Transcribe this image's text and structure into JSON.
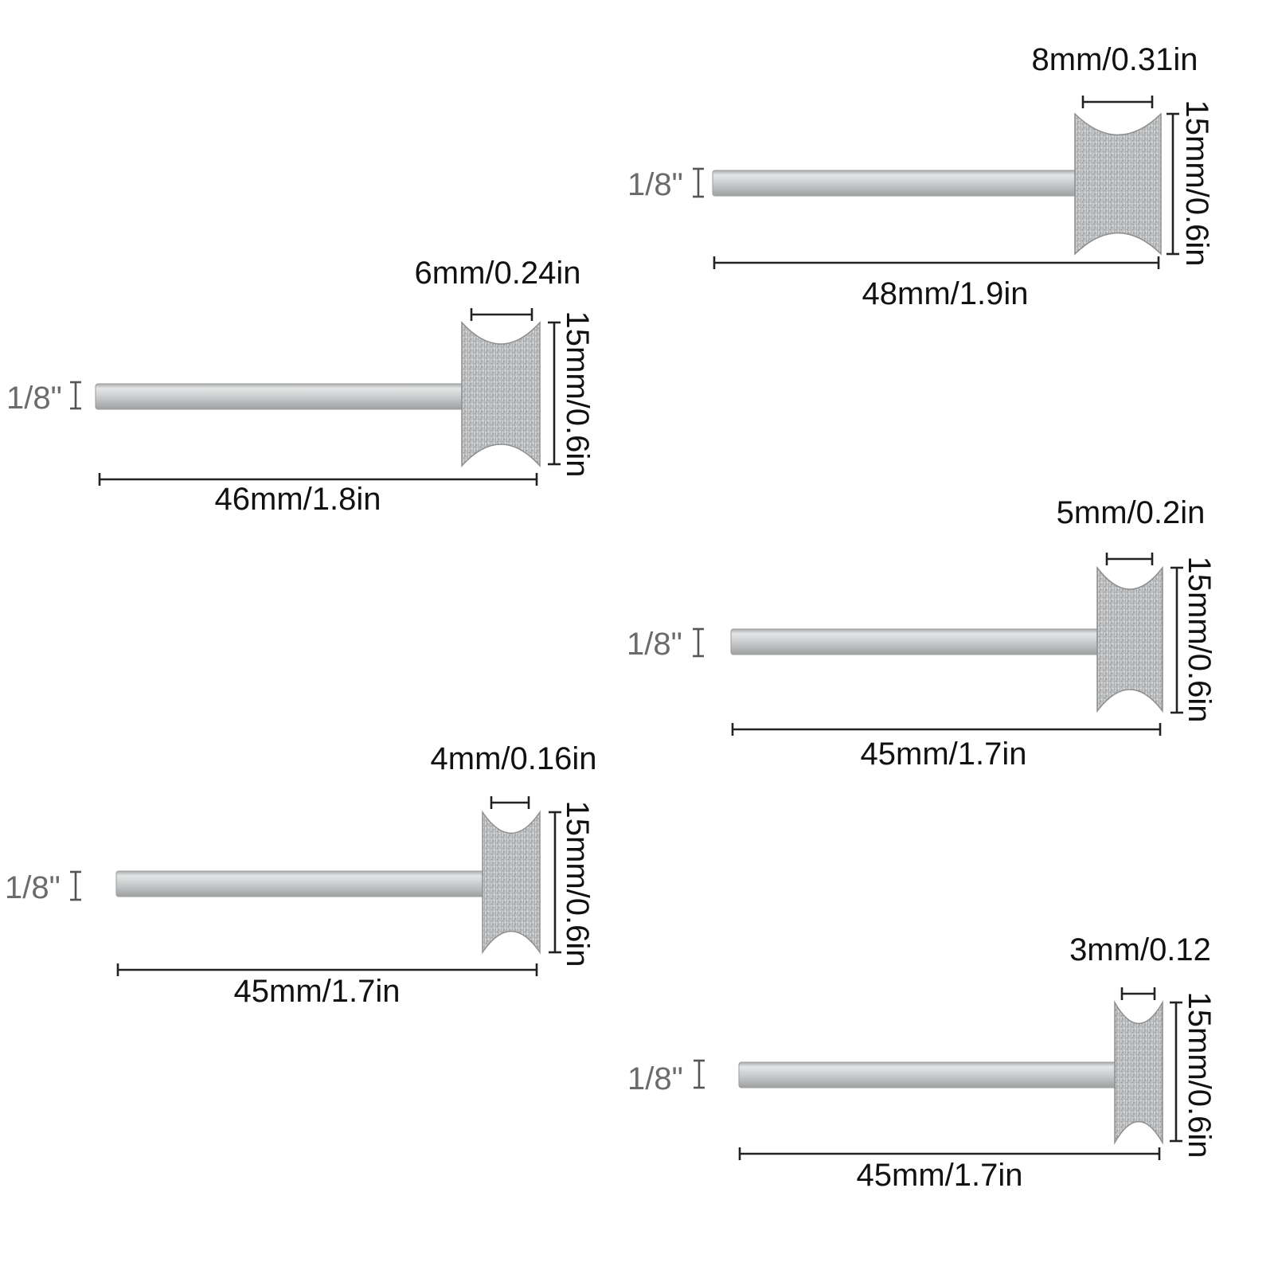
{
  "bits": [
    {
      "id": "bit-8mm",
      "head_width": "8mm/0.31in",
      "head_height": "15mm/0.6in",
      "total_length": "48mm/1.9in",
      "shank": "1/8\""
    },
    {
      "id": "bit-6mm",
      "head_width": "6mm/0.24in",
      "head_height": "15mm/0.6in",
      "total_length": "46mm/1.8in",
      "shank": "1/8\""
    },
    {
      "id": "bit-5mm",
      "head_width": "5mm/0.2in",
      "head_height": "15mm/0.6in",
      "total_length": "45mm/1.7in",
      "shank": "1/8\""
    },
    {
      "id": "bit-4mm",
      "head_width": "4mm/0.16in",
      "head_height": "15mm/0.6in",
      "total_length": "45mm/1.7in",
      "shank": "1/8\""
    },
    {
      "id": "bit-3mm",
      "head_width": "3mm/0.12",
      "head_height": "15mm/0.6in",
      "total_length": "45mm/1.7in",
      "shank": "1/8\""
    }
  ],
  "colors": {
    "shank": "#c9cbcd",
    "head": "#bdbfc1",
    "dimension_line": "#222222",
    "shank_label": "#6b6b6b"
  }
}
